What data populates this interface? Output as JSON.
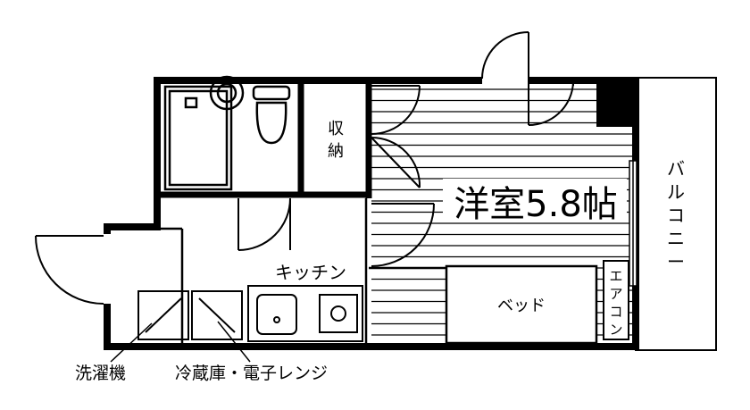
{
  "rooms": {
    "storage": [
      "収",
      "納"
    ],
    "western_room": "洋室5.8帖",
    "kitchen": "キッチン",
    "bed": "ベッド",
    "aircon": [
      "エ",
      "ア",
      "コ",
      "ン"
    ],
    "balcony": [
      "バ",
      "ル",
      "コ",
      "ニ",
      "ー"
    ]
  },
  "callouts": {
    "washer": "洗濯機",
    "fridge": "冷蔵庫・電子レンジ"
  },
  "colors": {
    "ink": "#000000",
    "paper": "#ffffff"
  }
}
